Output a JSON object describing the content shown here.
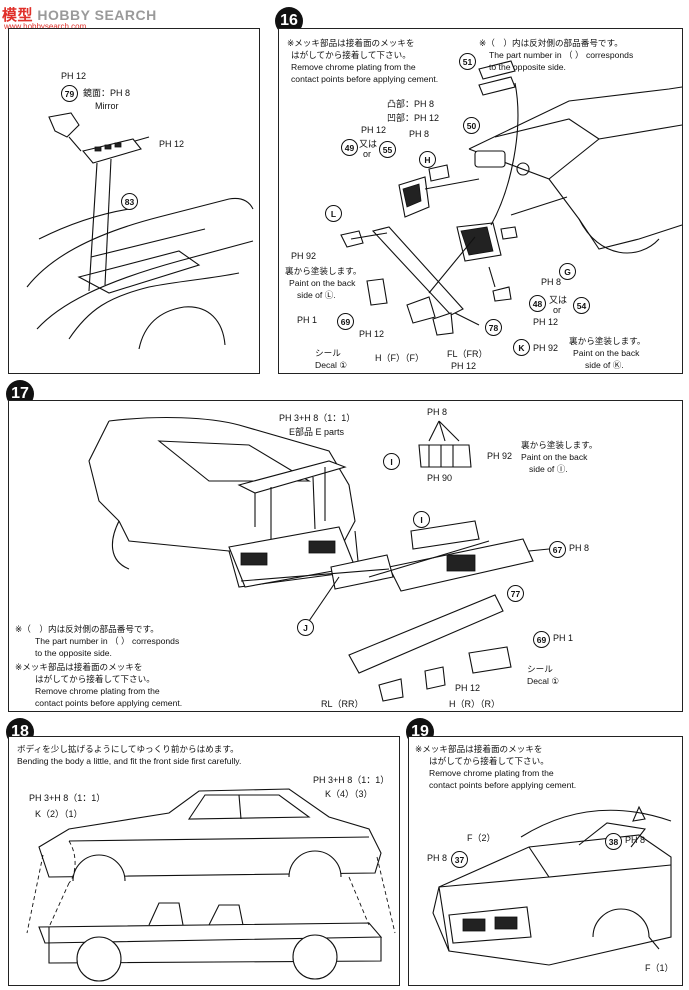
{
  "watermark": {
    "cn": "模型",
    "brand": "HOBBY SEARCH",
    "url": "www.hobbysearch.com"
  },
  "step15": {
    "p12": "PH 12",
    "p79": "79",
    "mirror_ja": "鏡面：PH 8",
    "mirror_en": "Mirror",
    "p12b": "PH 12",
    "p83": "83"
  },
  "step16": {
    "number": "16",
    "note_ja1": "※メッキ部品は接着面のメッキを",
    "note_ja2": "はがしてから接着して下さい。",
    "note_en1": "Remove chrome plating from the",
    "note_en2": "contact points before applying cement.",
    "paren_ja": "※（　）内は反対側の部品番号です。",
    "paren_en1": "The part number in （ ） corresponds",
    "paren_en2": "to the opposite side.",
    "n51": "51",
    "n50": "50",
    "convex": "凸部：PH 8",
    "concave": "凹部：PH 12",
    "ph12a": "PH 12",
    "ph8a": "PH 8",
    "n49": "49",
    "or_ja1": "又は",
    "or1": "or",
    "n55": "55",
    "H": "H",
    "L": "L",
    "ph92a": "PH 92",
    "back_ja": "裏から塗装します。",
    "back_en1": "Paint on the back",
    "back_en2": "side of Ⓛ.",
    "ph1": "PH 1",
    "n69": "69",
    "ph12b": "PH 12",
    "decal_ja": "シール",
    "decal_en": "Decal ①",
    "HF": "H（F）（F）",
    "FL": "FL（FR）",
    "ph12c": "PH 12",
    "n78": "78",
    "G": "G",
    "ph8b": "PH 8",
    "n48": "48",
    "or_ja2": "又は",
    "or2": "or",
    "n54": "54",
    "ph12d": "PH 12",
    "K": "K",
    "ph92b": "PH 92",
    "back2_ja": "裏から塗装します。",
    "back2_en1": "Paint on the back",
    "back2_en2": "side of Ⓚ."
  },
  "step17": {
    "number": "17",
    "mix": "PH 3+H 8（1：1）",
    "eparts_ja": "E部品 E parts",
    "ph8": "PH 8",
    "ph90": "PH 90",
    "I": "I",
    "ph92": "PH 92",
    "back_ja": "裏から塗装します。",
    "back_en1": "Paint on the back",
    "back_en2": "side of Ⓘ.",
    "I2": "I",
    "n67": "67",
    "ph8b": "PH 8",
    "n77": "77",
    "J": "J",
    "n69": "69",
    "ph1": "PH 1",
    "decal_ja": "シール",
    "decal_en": "Decal ①",
    "ph12": "PH 12",
    "RL": "RL（RR）",
    "HR": "H（R）（R）",
    "paren_ja": "※（　）内は反対側の部品番号です。",
    "paren_en1": "The part number in （ ） corresponds",
    "paren_en2": "to the opposite side.",
    "note_ja1": "※メッキ部品は接着面のメッキを",
    "note_ja2": "はがしてから接着して下さい。",
    "note_en1": "Remove chrome plating from the",
    "note_en2": "contact points before applying cement."
  },
  "step18": {
    "number": "18",
    "inst_ja": "ボディを少し拡げるようにしてゆっくり前からはめます。",
    "inst_en": "Bending the body a little, and fit the front side first carefully.",
    "mixL": "PH 3+H 8（1：1）",
    "K2": "K（2）（1）",
    "mixR": "PH 3+H 8（1：1）",
    "K4": "K（4）（3）"
  },
  "step19": {
    "number": "19",
    "note_ja1": "※メッキ部品は接着面のメッキを",
    "note_ja2": "はがしてから接着して下さい。",
    "note_en1": "Remove chrome plating from the",
    "note_en2": "contact points before applying cement.",
    "F2": "F（2）",
    "n38": "38",
    "ph8a": "PH 8",
    "ph8b": "PH 8",
    "n37": "37",
    "F1": "F（1）"
  }
}
